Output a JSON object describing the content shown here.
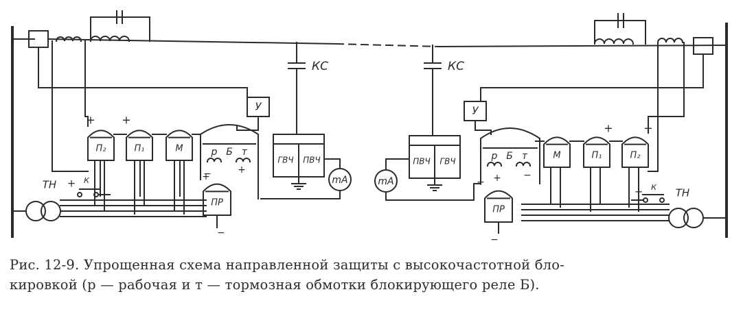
{
  "diagram": {
    "labels": {
      "coupling_capacitor": "КС",
      "relay_y": "У",
      "relay_p2": "П₂",
      "relay_p1": "П₁",
      "relay_m": "М",
      "relay_b_p": "р",
      "relay_b_b": "Б",
      "relay_b_t": "т",
      "relay_pr": "ПР",
      "gvch": "ГВЧ",
      "pvch": "ПВЧ",
      "milliammeter": "mA",
      "voltage_transformer": "ТН",
      "key": "К",
      "plus": "+",
      "minus": "−"
    }
  },
  "caption": {
    "line1": "Рис. 12-9. Упрощенная схема направленной защиты с высокочастотной бло-",
    "line2": "кировкой (р — рабочая и т — тормозная обмотки блокирующего реле Б)."
  },
  "colors": {
    "ink": "#2a2a2a",
    "paper": "#ffffff"
  }
}
